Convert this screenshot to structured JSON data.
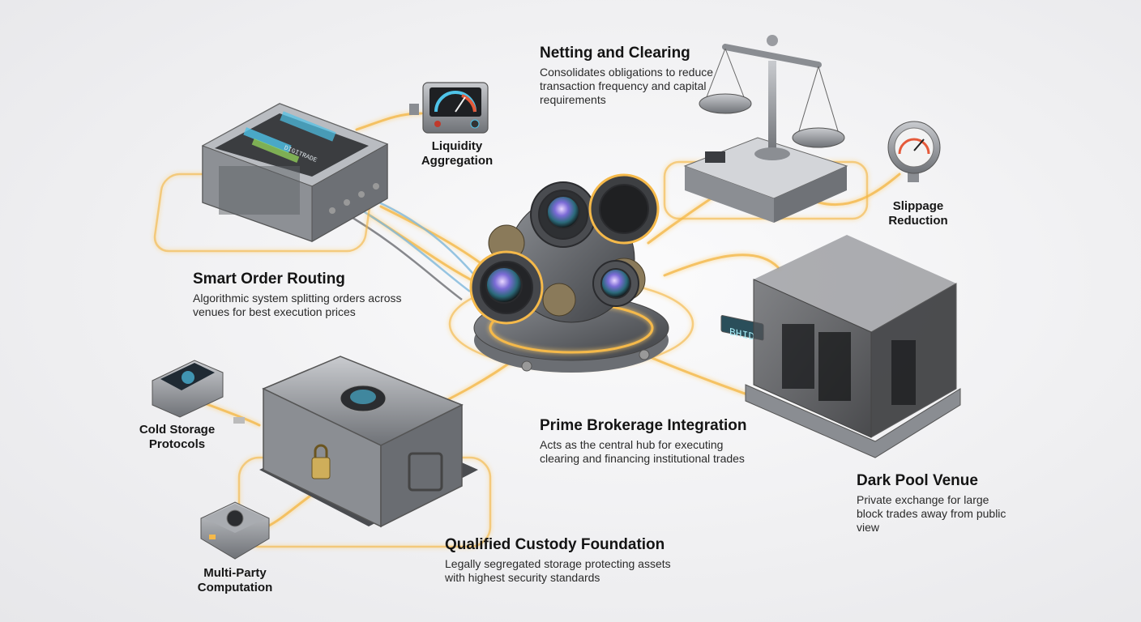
{
  "labels": {
    "netting": {
      "title": "Netting and Clearing",
      "desc": "Consolidates obligations to reduce transaction frequency and capital requirements"
    },
    "liquidity": {
      "title": "Liquidity Aggregation"
    },
    "smart_order": {
      "title": "Smart Order Routing",
      "desc": "Algorithmic system splitting orders across venues for best execution prices"
    },
    "slippage": {
      "title": "Slippage Reduction"
    },
    "prime": {
      "title": "Prime Brokerage Integration",
      "desc": "Acts as the central hub for executing clearing and financing institutional trades"
    },
    "dark_pool": {
      "title": "Dark Pool Venue",
      "desc": "Private exchange for large block trades away from public view"
    },
    "cold_storage": {
      "title": "Cold Storage Protocols"
    },
    "custody": {
      "title": "Qualified Custody Foundation",
      "desc": "Legally segregated storage protecting assets with highest security standards"
    },
    "mpc": {
      "title": "Multi-Party Computation"
    }
  },
  "devices": {
    "scale_display": "BHID",
    "server_display": "DIGITRADE"
  },
  "colors": {
    "glow": "#f5b94a",
    "metal": "#9a9ca1",
    "screen": "#4fc3e8"
  }
}
